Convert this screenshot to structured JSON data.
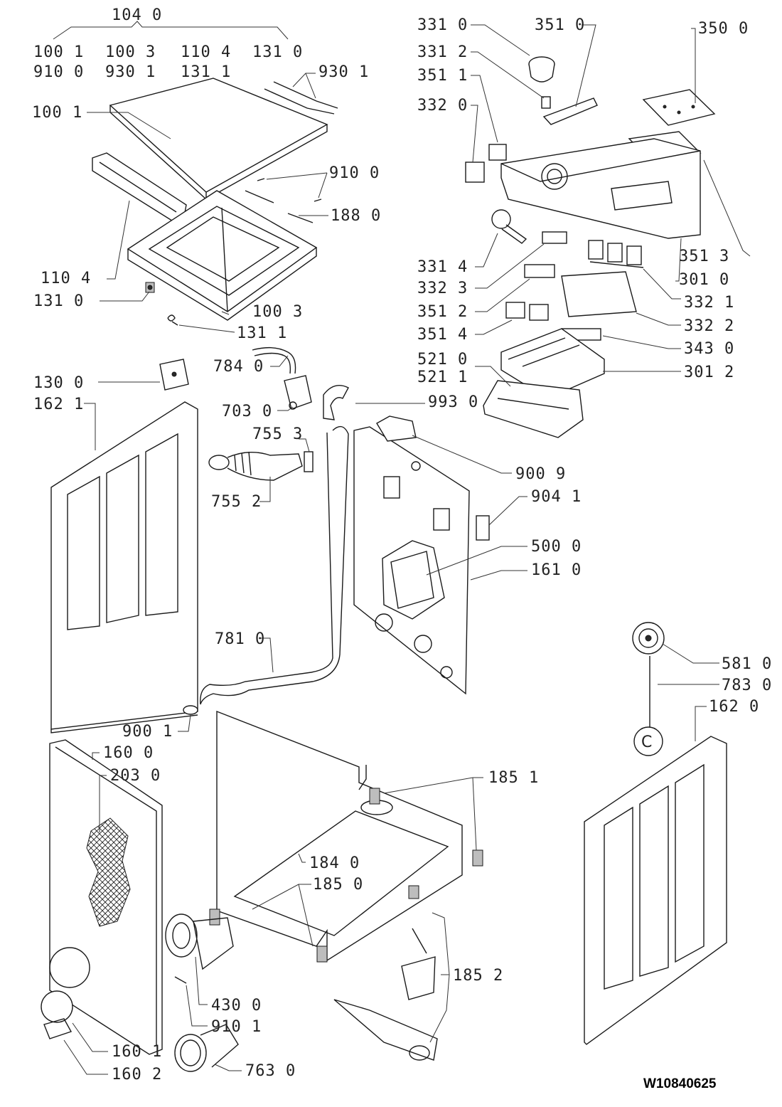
{
  "diagram": {
    "document_id": "W10840625",
    "labels": [
      {
        "id": "l1040",
        "text": "104 0"
      },
      {
        "id": "l1001a",
        "text": "100 1"
      },
      {
        "id": "l1003a",
        "text": "100 3"
      },
      {
        "id": "l1104a",
        "text": "110 4"
      },
      {
        "id": "l1310a",
        "text": "131 0"
      },
      {
        "id": "l9100a",
        "text": "910 0"
      },
      {
        "id": "l9301a",
        "text": "930 1"
      },
      {
        "id": "l1311a",
        "text": "131 1"
      },
      {
        "id": "l9301b",
        "text": "930 1"
      },
      {
        "id": "l1001b",
        "text": "100 1"
      },
      {
        "id": "l9100b",
        "text": "910 0"
      },
      {
        "id": "l1880",
        "text": "188 0"
      },
      {
        "id": "l1104b",
        "text": "110 4"
      },
      {
        "id": "l1310b",
        "text": "131 0"
      },
      {
        "id": "l1003b",
        "text": "100 3"
      },
      {
        "id": "l1311b",
        "text": "131 1"
      },
      {
        "id": "l3310",
        "text": "331 0"
      },
      {
        "id": "l3312",
        "text": "331 2"
      },
      {
        "id": "l3511",
        "text": "351 1"
      },
      {
        "id": "l3320",
        "text": "332 0"
      },
      {
        "id": "l3510",
        "text": "351 0"
      },
      {
        "id": "l3500",
        "text": "350 0"
      },
      {
        "id": "l3513",
        "text": "351 3"
      },
      {
        "id": "l3010",
        "text": "301 0"
      },
      {
        "id": "l3314",
        "text": "331 4"
      },
      {
        "id": "l3323",
        "text": "332 3"
      },
      {
        "id": "l3321",
        "text": "332 1"
      },
      {
        "id": "l3512",
        "text": "351 2"
      },
      {
        "id": "l3322",
        "text": "332 2"
      },
      {
        "id": "l3514",
        "text": "351 4"
      },
      {
        "id": "l3430",
        "text": "343 0"
      },
      {
        "id": "l5210",
        "text": "521 0"
      },
      {
        "id": "l5211",
        "text": "521 1"
      },
      {
        "id": "l3012",
        "text": "301 2"
      },
      {
        "id": "l1300",
        "text": "130 0"
      },
      {
        "id": "l7840",
        "text": "784 0"
      },
      {
        "id": "l1621",
        "text": "162 1"
      },
      {
        "id": "l7030",
        "text": "703 0"
      },
      {
        "id": "l9930",
        "text": "993 0"
      },
      {
        "id": "l7553",
        "text": "755 3"
      },
      {
        "id": "l9009",
        "text": "900 9"
      },
      {
        "id": "l9041",
        "text": "904 1"
      },
      {
        "id": "l7552",
        "text": "755 2"
      },
      {
        "id": "l5000",
        "text": "500 0"
      },
      {
        "id": "l1610",
        "text": "161 0"
      },
      {
        "id": "l7810",
        "text": "781 0"
      },
      {
        "id": "l5810",
        "text": "581 0"
      },
      {
        "id": "l7830",
        "text": "783 0"
      },
      {
        "id": "l1620",
        "text": "162 0"
      },
      {
        "id": "l9001",
        "text": "900 1"
      },
      {
        "id": "l1600",
        "text": "160 0"
      },
      {
        "id": "l2030",
        "text": "203 0"
      },
      {
        "id": "l1851",
        "text": "185 1"
      },
      {
        "id": "l1840",
        "text": "184 0"
      },
      {
        "id": "l1850",
        "text": "185 0"
      },
      {
        "id": "l1852",
        "text": "185 2"
      },
      {
        "id": "l4300",
        "text": "430 0"
      },
      {
        "id": "l9101",
        "text": "910 1"
      },
      {
        "id": "l1601",
        "text": "160 1"
      },
      {
        "id": "l1602",
        "text": "160 2"
      },
      {
        "id": "l7630",
        "text": "763 0"
      }
    ]
  }
}
